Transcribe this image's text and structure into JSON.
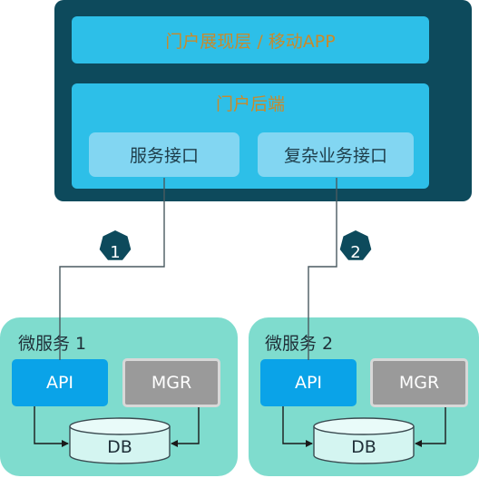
{
  "portal": {
    "presentation_layer": "门户展现层 / 移动APP",
    "backend_title": "门户后端",
    "service_interface": "服务接口",
    "complex_interface": "复杂业务接口"
  },
  "badges": [
    "1",
    "2"
  ],
  "microservices": [
    {
      "title": "微服务 1",
      "api": "API",
      "mgr": "MGR",
      "db": "DB"
    },
    {
      "title": "微服务 2",
      "api": "API",
      "mgr": "MGR",
      "db": "DB"
    }
  ],
  "colors": {
    "portal_bg": "#0d4a5c",
    "layer_blue": "#2dbfe8",
    "interface_blue": "#82d6f2",
    "microservice_green": "#7fdcce",
    "api_blue": "#0aa3e8",
    "mgr_gray": "#9a9a9a",
    "title_orange": "#c98a2a",
    "badge_dark": "#0d4a5c"
  }
}
